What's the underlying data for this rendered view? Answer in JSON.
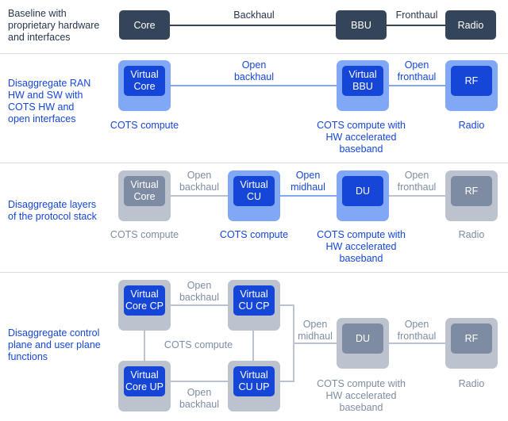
{
  "colors": {
    "dark_box": "#344459",
    "blue_primary": "#1546d8",
    "blue_outer": "#80a8f4",
    "gray_inner": "#7e8ca3",
    "gray_outer": "#bcc3cf"
  },
  "row1": {
    "label": "Baseline with\nproprietary hardware\nand interfaces",
    "core": "Core",
    "bbu": "BBU",
    "radio": "Radio",
    "backhaul": "Backhaul",
    "fronthaul": "Fronthaul"
  },
  "row2": {
    "label": "Disaggregate RAN\nHW and SW with\nCOTS HW and\nopen interfaces",
    "virtual_core": "Virtual\nCore",
    "virtual_bbu": "Virtual\nBBU",
    "rf": "RF",
    "open_backhaul": "Open\nbackhaul",
    "open_fronthaul": "Open\nfronthaul",
    "cots_compute": "COTS compute",
    "cots_compute_hw": "COTS compute with\nHW accelerated\nbaseband",
    "radio": "Radio"
  },
  "row3": {
    "label": "Disaggregate layers\nof the protocol stack",
    "virtual_core": "Virtual\nCore",
    "virtual_cu": "Virtual\nCU",
    "du": "DU",
    "rf": "RF",
    "open_backhaul": "Open\nbackhaul",
    "open_midhaul": "Open\nmidhaul",
    "open_fronthaul": "Open\nfronthaul",
    "cots_compute_1": "COTS compute",
    "cots_compute_2": "COTS compute",
    "cots_compute_hw": "COTS compute with\nHW accelerated\nbaseband",
    "radio": "Radio"
  },
  "row4": {
    "label": "Disaggregate control\nplane and user plane\nfunctions",
    "core_cp": "Virtual\nCore CP",
    "cu_cp": "Virtual\nCU CP",
    "core_up": "Virtual\nCore UP",
    "cu_up": "Virtual\nCU UP",
    "du": "DU",
    "rf": "RF",
    "open_backhaul_top": "Open\nbackhaul",
    "open_backhaul_bottom": "Open\nbackhaul",
    "cots_compute": "COTS compute",
    "open_midhaul": "Open\nmidhaul",
    "open_fronthaul": "Open\nfronthaul",
    "cots_compute_hw": "COTS compute with\nHW accelerated\nbaseband",
    "radio": "Radio"
  }
}
